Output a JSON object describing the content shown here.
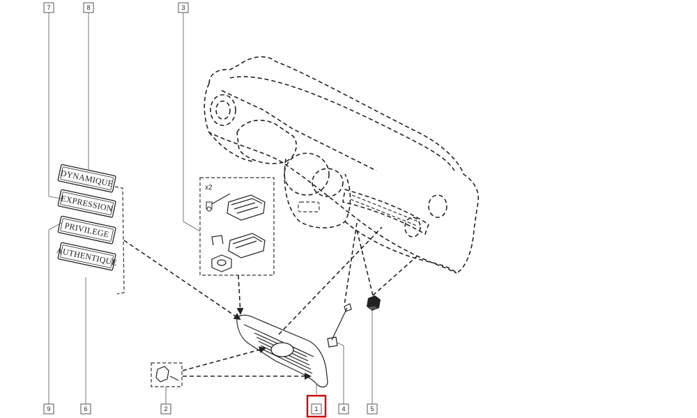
{
  "callouts": {
    "c1": "1",
    "c2": "2",
    "c3": "3",
    "c4": "4",
    "c5": "5",
    "c6": "6",
    "c7": "7",
    "c8": "8",
    "c9": "9"
  },
  "badges": {
    "dynamique": "DYNAMIQUE",
    "expression": "EXPRESSION",
    "privilege": "PRIVILEGE",
    "authentique": "AUTHENTIQUE"
  },
  "kit_quantity": "x2",
  "colors": {
    "line": "#222222",
    "highlight": "#cc0000",
    "background": "#ffffff"
  }
}
